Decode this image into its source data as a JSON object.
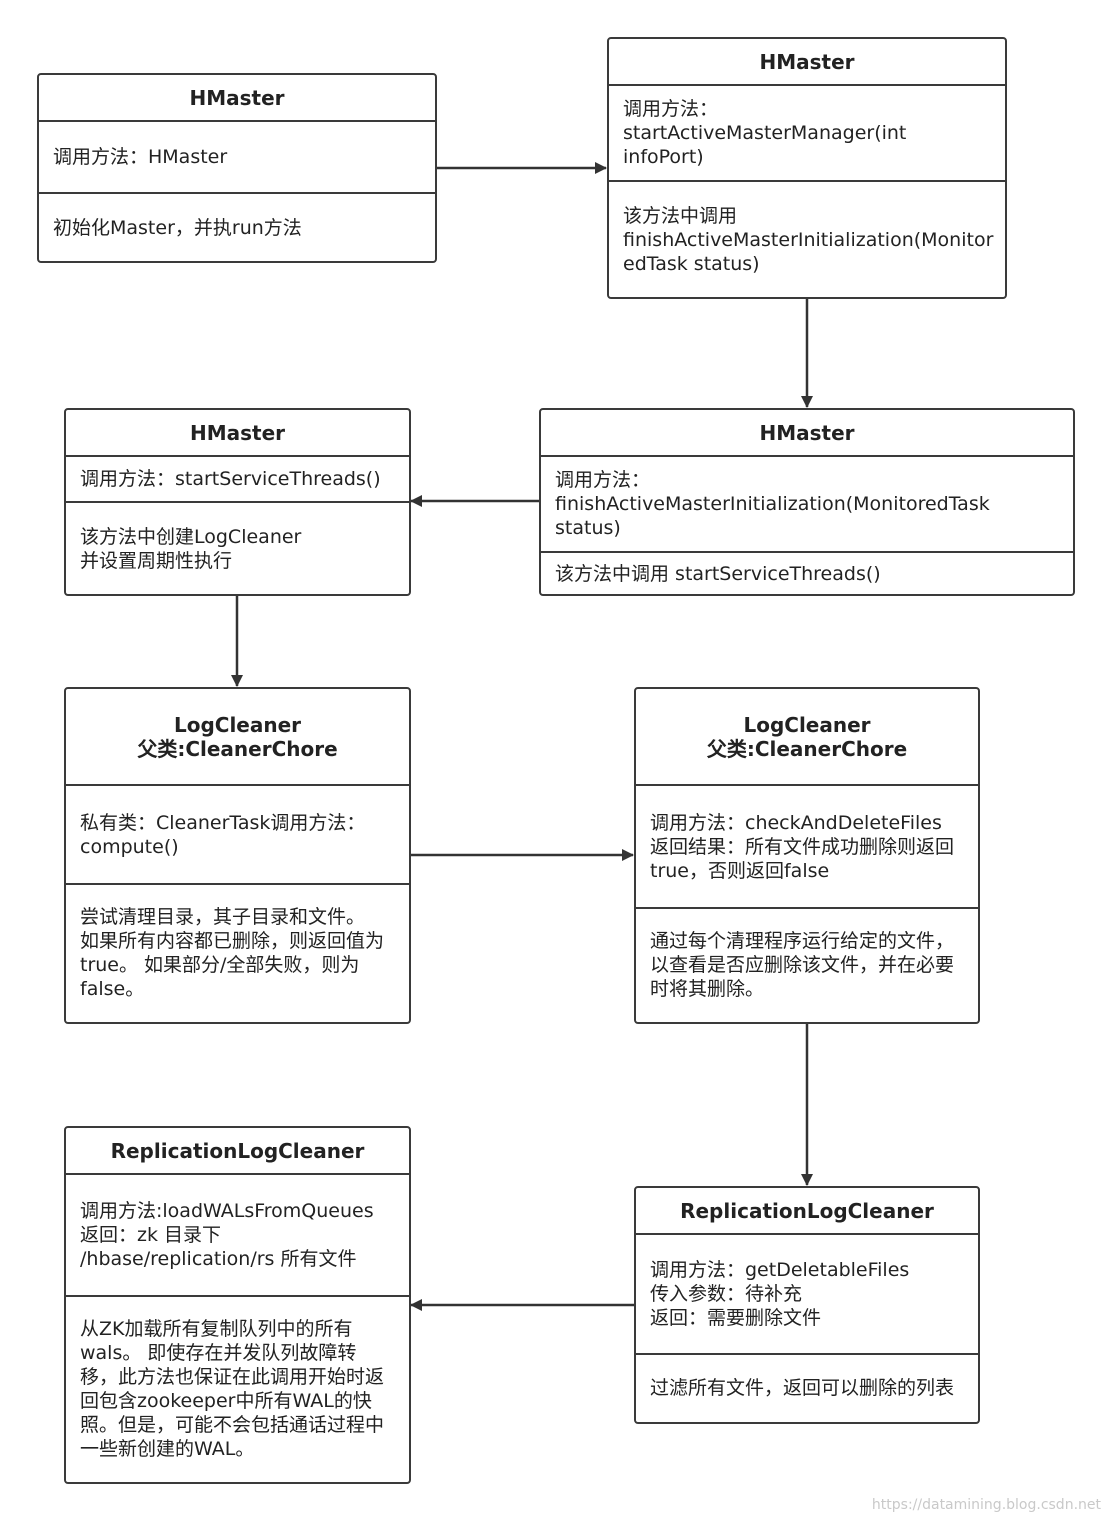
{
  "nodes": [
    {
      "id": "n1",
      "sections": [
        "HMaster",
        "调用方法：HMaster",
        "初始化Master，并执run方法"
      ]
    },
    {
      "id": "n2",
      "sections": [
        "HMaster",
        "调用方法：\nstartActiveMasterManager(int infoPort)",
        "该方法中调用\nfinishActiveMasterInitialization(Monitor\nedTask status)"
      ]
    },
    {
      "id": "n3",
      "sections": [
        "HMaster",
        "调用方法：\nfinishActiveMasterInitialization(MonitoredTask status)",
        "该方法中调用 startServiceThreads()"
      ]
    },
    {
      "id": "n4",
      "sections": [
        "HMaster",
        "调用方法：startServiceThreads()",
        "该方法中创建LogCleaner\n并设置周期性执行"
      ]
    },
    {
      "id": "n5",
      "sections": [
        "LogCleaner\n父类:CleanerChore",
        "私有类：CleanerTask调用方法：\ncompute()",
        "尝试清理目录，其子目录和文件。\n如果所有内容都已删除，则返回值为\ntrue。 如果部分/全部失败，则为\nfalse。"
      ]
    },
    {
      "id": "n6",
      "sections": [
        "LogCleaner\n父类:CleanerChore",
        "调用方法：checkAndDeleteFiles\n返回结果：所有文件成功删除则返回\ntrue，否则返回false",
        "通过每个清理程序运行给定的文件，\n以查看是否应删除该文件，并在必要\n时将其删除。"
      ]
    },
    {
      "id": "n7",
      "sections": [
        "ReplicationLogCleaner",
        "调用方法：getDeletableFiles\n传入参数：待补充\n返回：需要删除文件",
        "过滤所有文件，返回可以删除的列表"
      ]
    },
    {
      "id": "n8",
      "sections": [
        "ReplicationLogCleaner",
        "调用方法:loadWALsFromQueues\n返回：zk 目录下\n/hbase/replication/rs 所有文件",
        "从ZK加载所有复制队列中的所有\nwals。 即使存在并发队列故障转\n移，此方法也保证在此调用开始时返\n回包含zookeeper中所有WAL的快\n照。但是，可能不会包括通话过程中\n一些新创建的WAL。"
      ]
    }
  ],
  "edges": [
    {
      "from": "n1",
      "to": "n2"
    },
    {
      "from": "n2",
      "to": "n3"
    },
    {
      "from": "n3",
      "to": "n4"
    },
    {
      "from": "n4",
      "to": "n5"
    },
    {
      "from": "n5",
      "to": "n6"
    },
    {
      "from": "n6",
      "to": "n7"
    },
    {
      "from": "n7",
      "to": "n8"
    }
  ],
  "watermark": "https://datamining.blog.csdn.net"
}
